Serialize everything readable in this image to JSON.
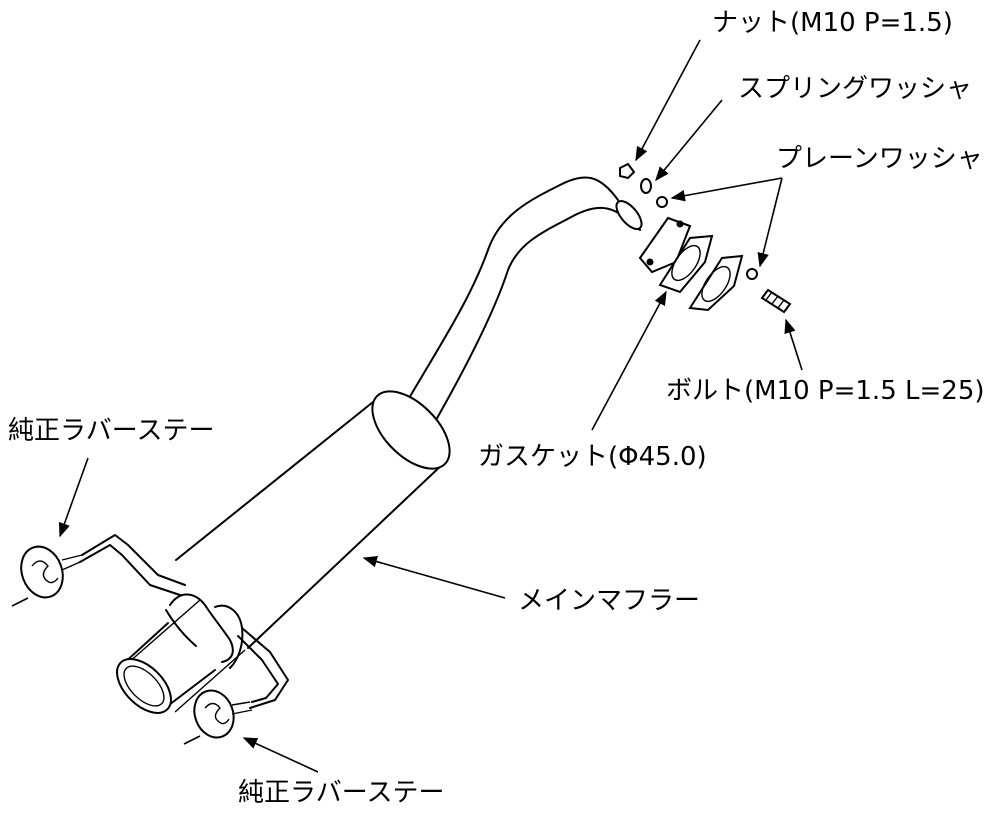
{
  "labels": {
    "nut": "ナット(M10 P=1.5)",
    "spring_washer": "スプリングワッシャ",
    "plain_washer": "プレーンワッシャ",
    "bolt": "ボルト(M10 P=1.5 L=25)",
    "gasket": "ガスケット(Φ45.0)",
    "rubber_stay_left": "純正ラバーステー",
    "main_muffler": "メインマフラー",
    "rubber_stay_bottom": "純正ラバーステー"
  }
}
